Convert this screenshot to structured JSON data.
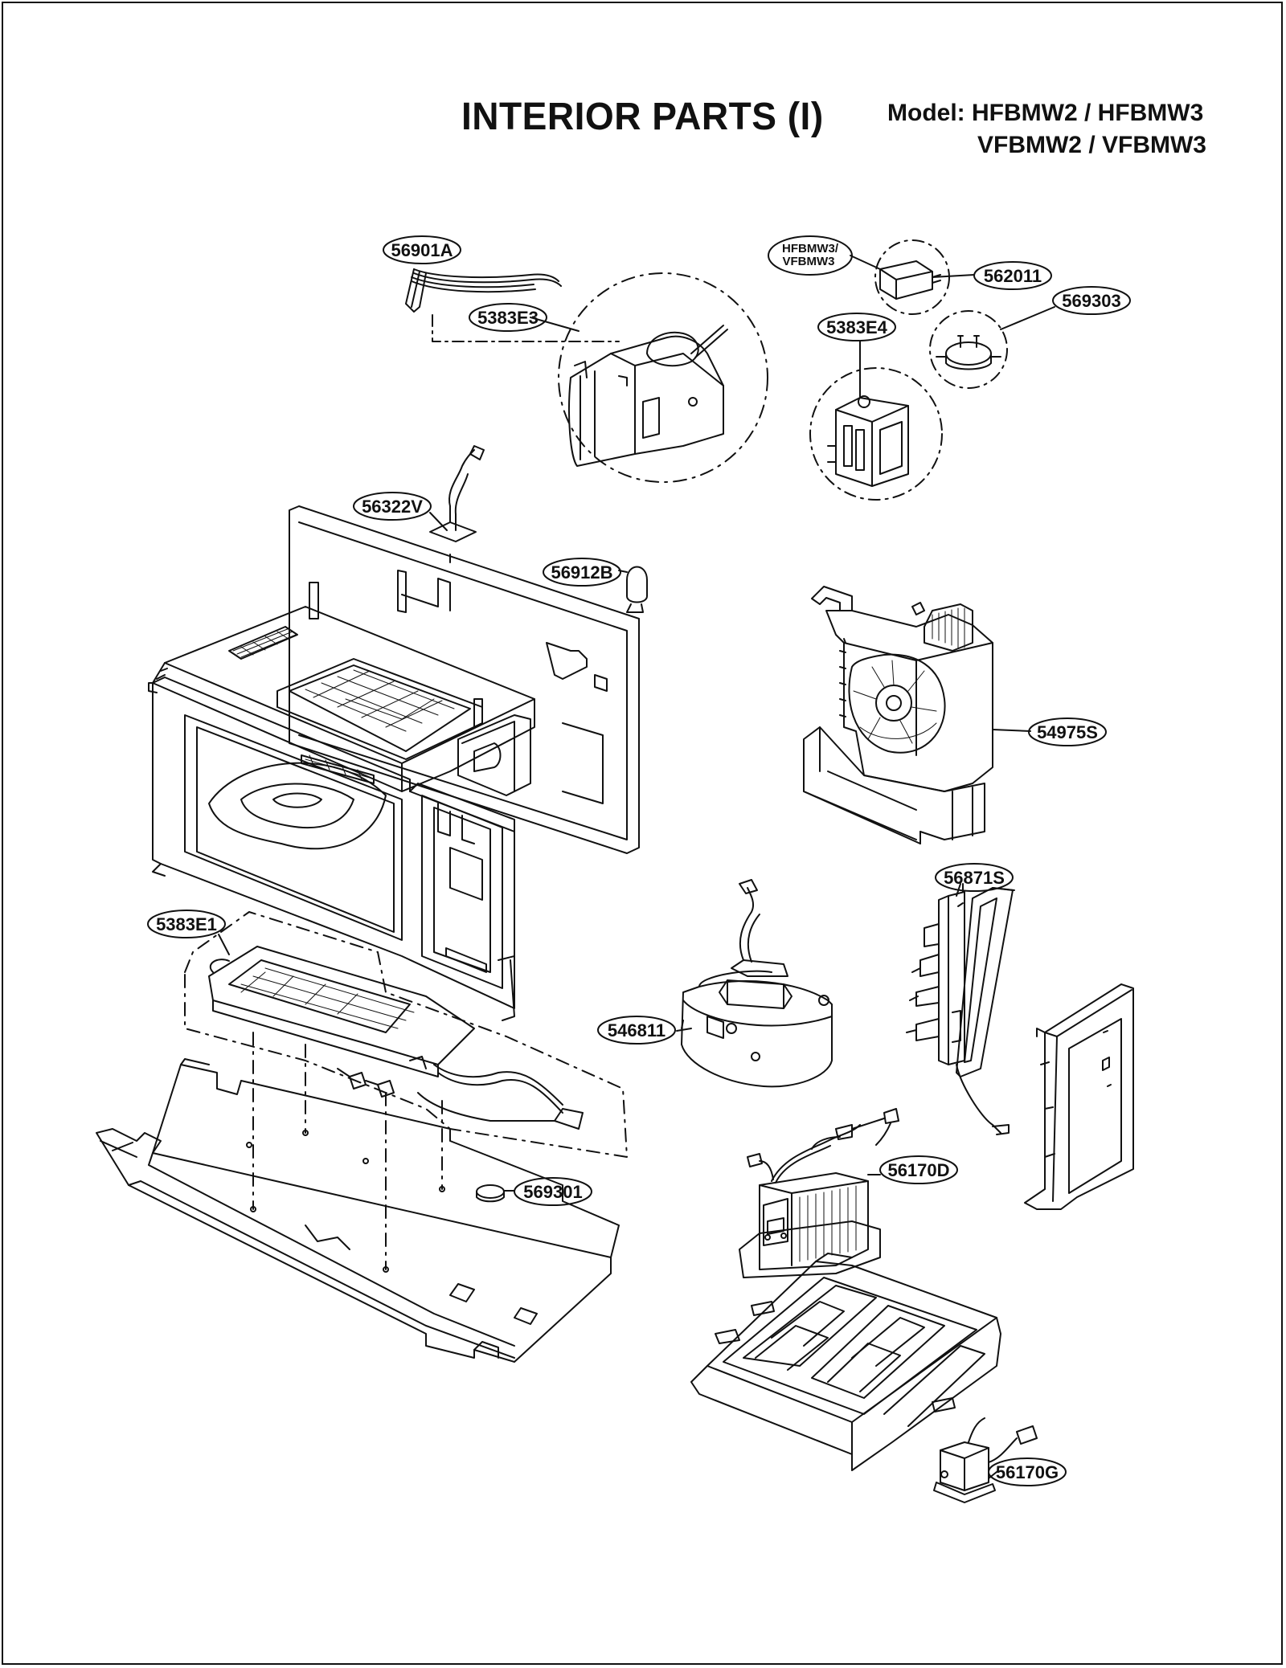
{
  "header": {
    "title": "INTERIOR PARTS (I)",
    "model_line1": "Model: HFBMW2 / HFBMW3",
    "model_line2": "VFBMW2 / VFBMW3"
  },
  "callouts": {
    "p56901A": "56901A",
    "p5383E3": "5383E3",
    "note_line1": "HFBMW3/",
    "note_line2": "VFBMW3",
    "p562011": "562011",
    "p569303": "569303",
    "p5383E4": "5383E4",
    "p56322V": "56322V",
    "p56912B": "56912B",
    "p54975S": "54975S",
    "p5383E1": "5383E1",
    "p56871S": "56871S",
    "p546811": "546811",
    "p569301": "569301",
    "p56170D": "56170D",
    "p56170G": "56170G"
  }
}
